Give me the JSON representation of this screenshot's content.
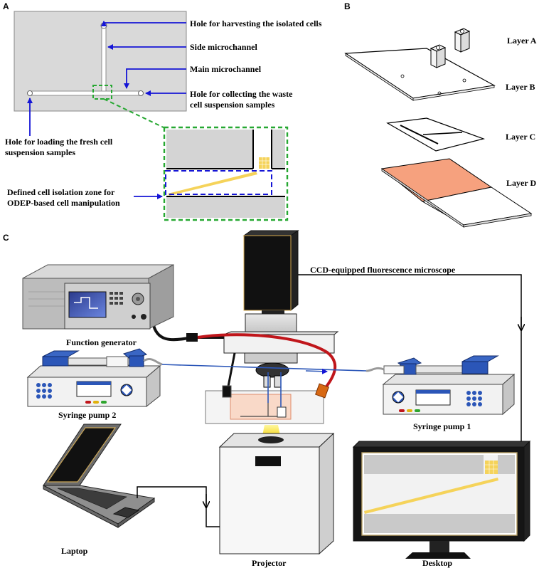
{
  "panels": {
    "a": "A",
    "b": "B",
    "c": "C"
  },
  "panel_a": {
    "hole_harvest": "Hole for harvesting the isolated cells",
    "side_channel": "Side microchannel",
    "main_channel": "Main microchannel",
    "hole_waste_1": "Hole for collecting the waste",
    "hole_waste_2": "cell suspension samples",
    "hole_load_1": "Hole for loading the fresh cell",
    "hole_load_2": "suspension samples",
    "zone_1": "Defined cell isolation zone for",
    "zone_2": "ODEP-based cell manipulation"
  },
  "panel_b": {
    "layer_a": "Layer A",
    "layer_b": "Layer B",
    "layer_c": "Layer C",
    "layer_d": "Layer D"
  },
  "panel_c": {
    "microscope": "CCD-equipped fluorescence microscope",
    "function_generator": "Function generator",
    "pump2": "Syringe pump 2",
    "pump1": "Syringe pump 1",
    "laptop": "Laptop",
    "projector": "Projector",
    "desktop": "Desktop"
  },
  "colors": {
    "arrow_blue": "#1515d6",
    "zone_green": "#27a832",
    "light_yellow": "#f5d35a",
    "electrode_orange": "#f6a17e",
    "pump_blue": "#2b56b8",
    "cable_red": "#c0161b"
  }
}
